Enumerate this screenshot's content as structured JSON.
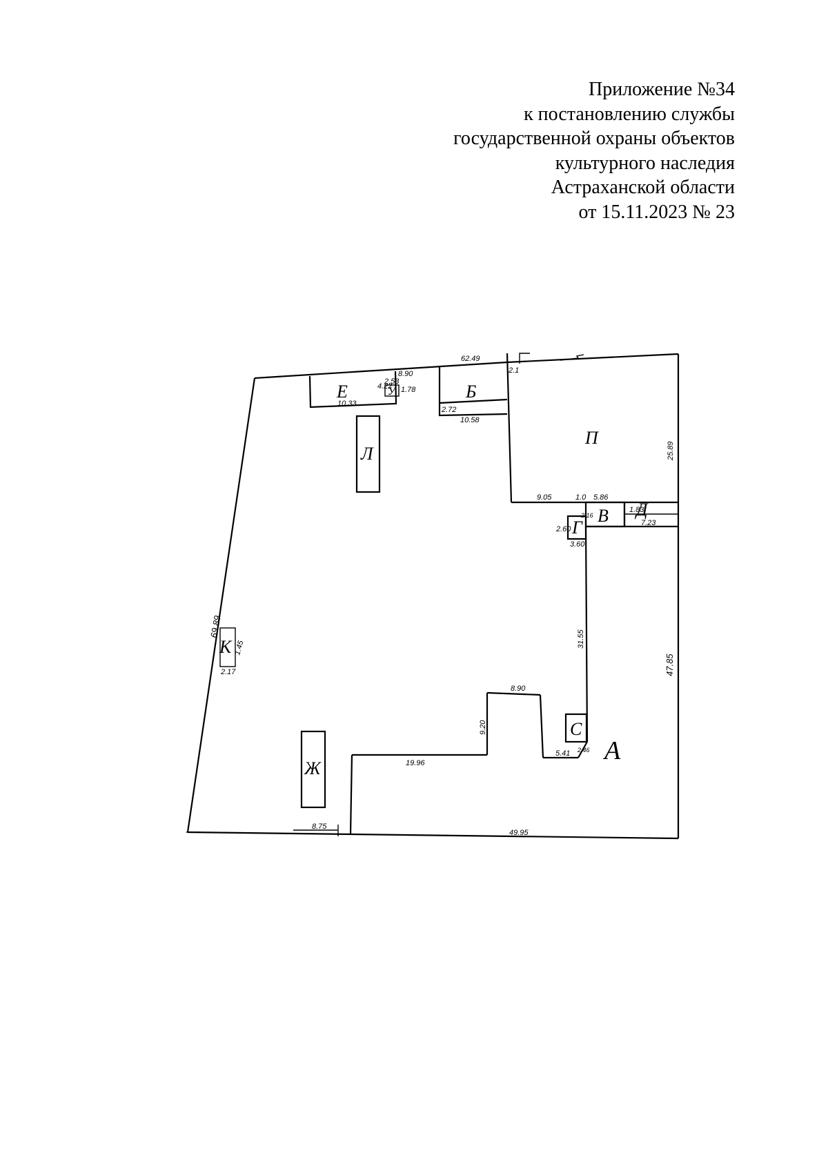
{
  "header": {
    "line1": "Приложение №34",
    "line2": "к постановлению службы",
    "line3": "государственной охраны объектов",
    "line4": "культурного наследия",
    "line5": "Астраханской области",
    "line6": "от 15.11.2023 № 23"
  },
  "plan": {
    "labels": {
      "e": "Е",
      "b": "Б",
      "p": "П",
      "l_top": "Л",
      "v": "В",
      "g": "Г",
      "d": "Д",
      "u": "У",
      "k": "К",
      "s": "С",
      "zh": "Ж",
      "a": "А"
    },
    "dims": {
      "d6249": "62.49",
      "d890": "8.90",
      "d422": "4.22",
      "d253": "2.53",
      "d178": "1.78",
      "d1033": "10.33",
      "d1058": "10.58",
      "d272": "2.72",
      "d21": "2.1",
      "d2589": "25.89",
      "d905": "9.05",
      "d10": "1.0",
      "d586": "5.86",
      "d183": "1.83",
      "d723": "7.23",
      "d260": "2.60",
      "d216": "2.16",
      "d360": "3.60",
      "d3155": "31.55",
      "d4785": "47.85",
      "d6989": "69.89",
      "d145": "1.45",
      "d217": "2.17",
      "d890b": "8.90",
      "d920": "9.20",
      "d1996": "19.96",
      "d541": "5.41",
      "d246": "2.46",
      "d875": "8.75",
      "d4995": "49.95"
    }
  }
}
